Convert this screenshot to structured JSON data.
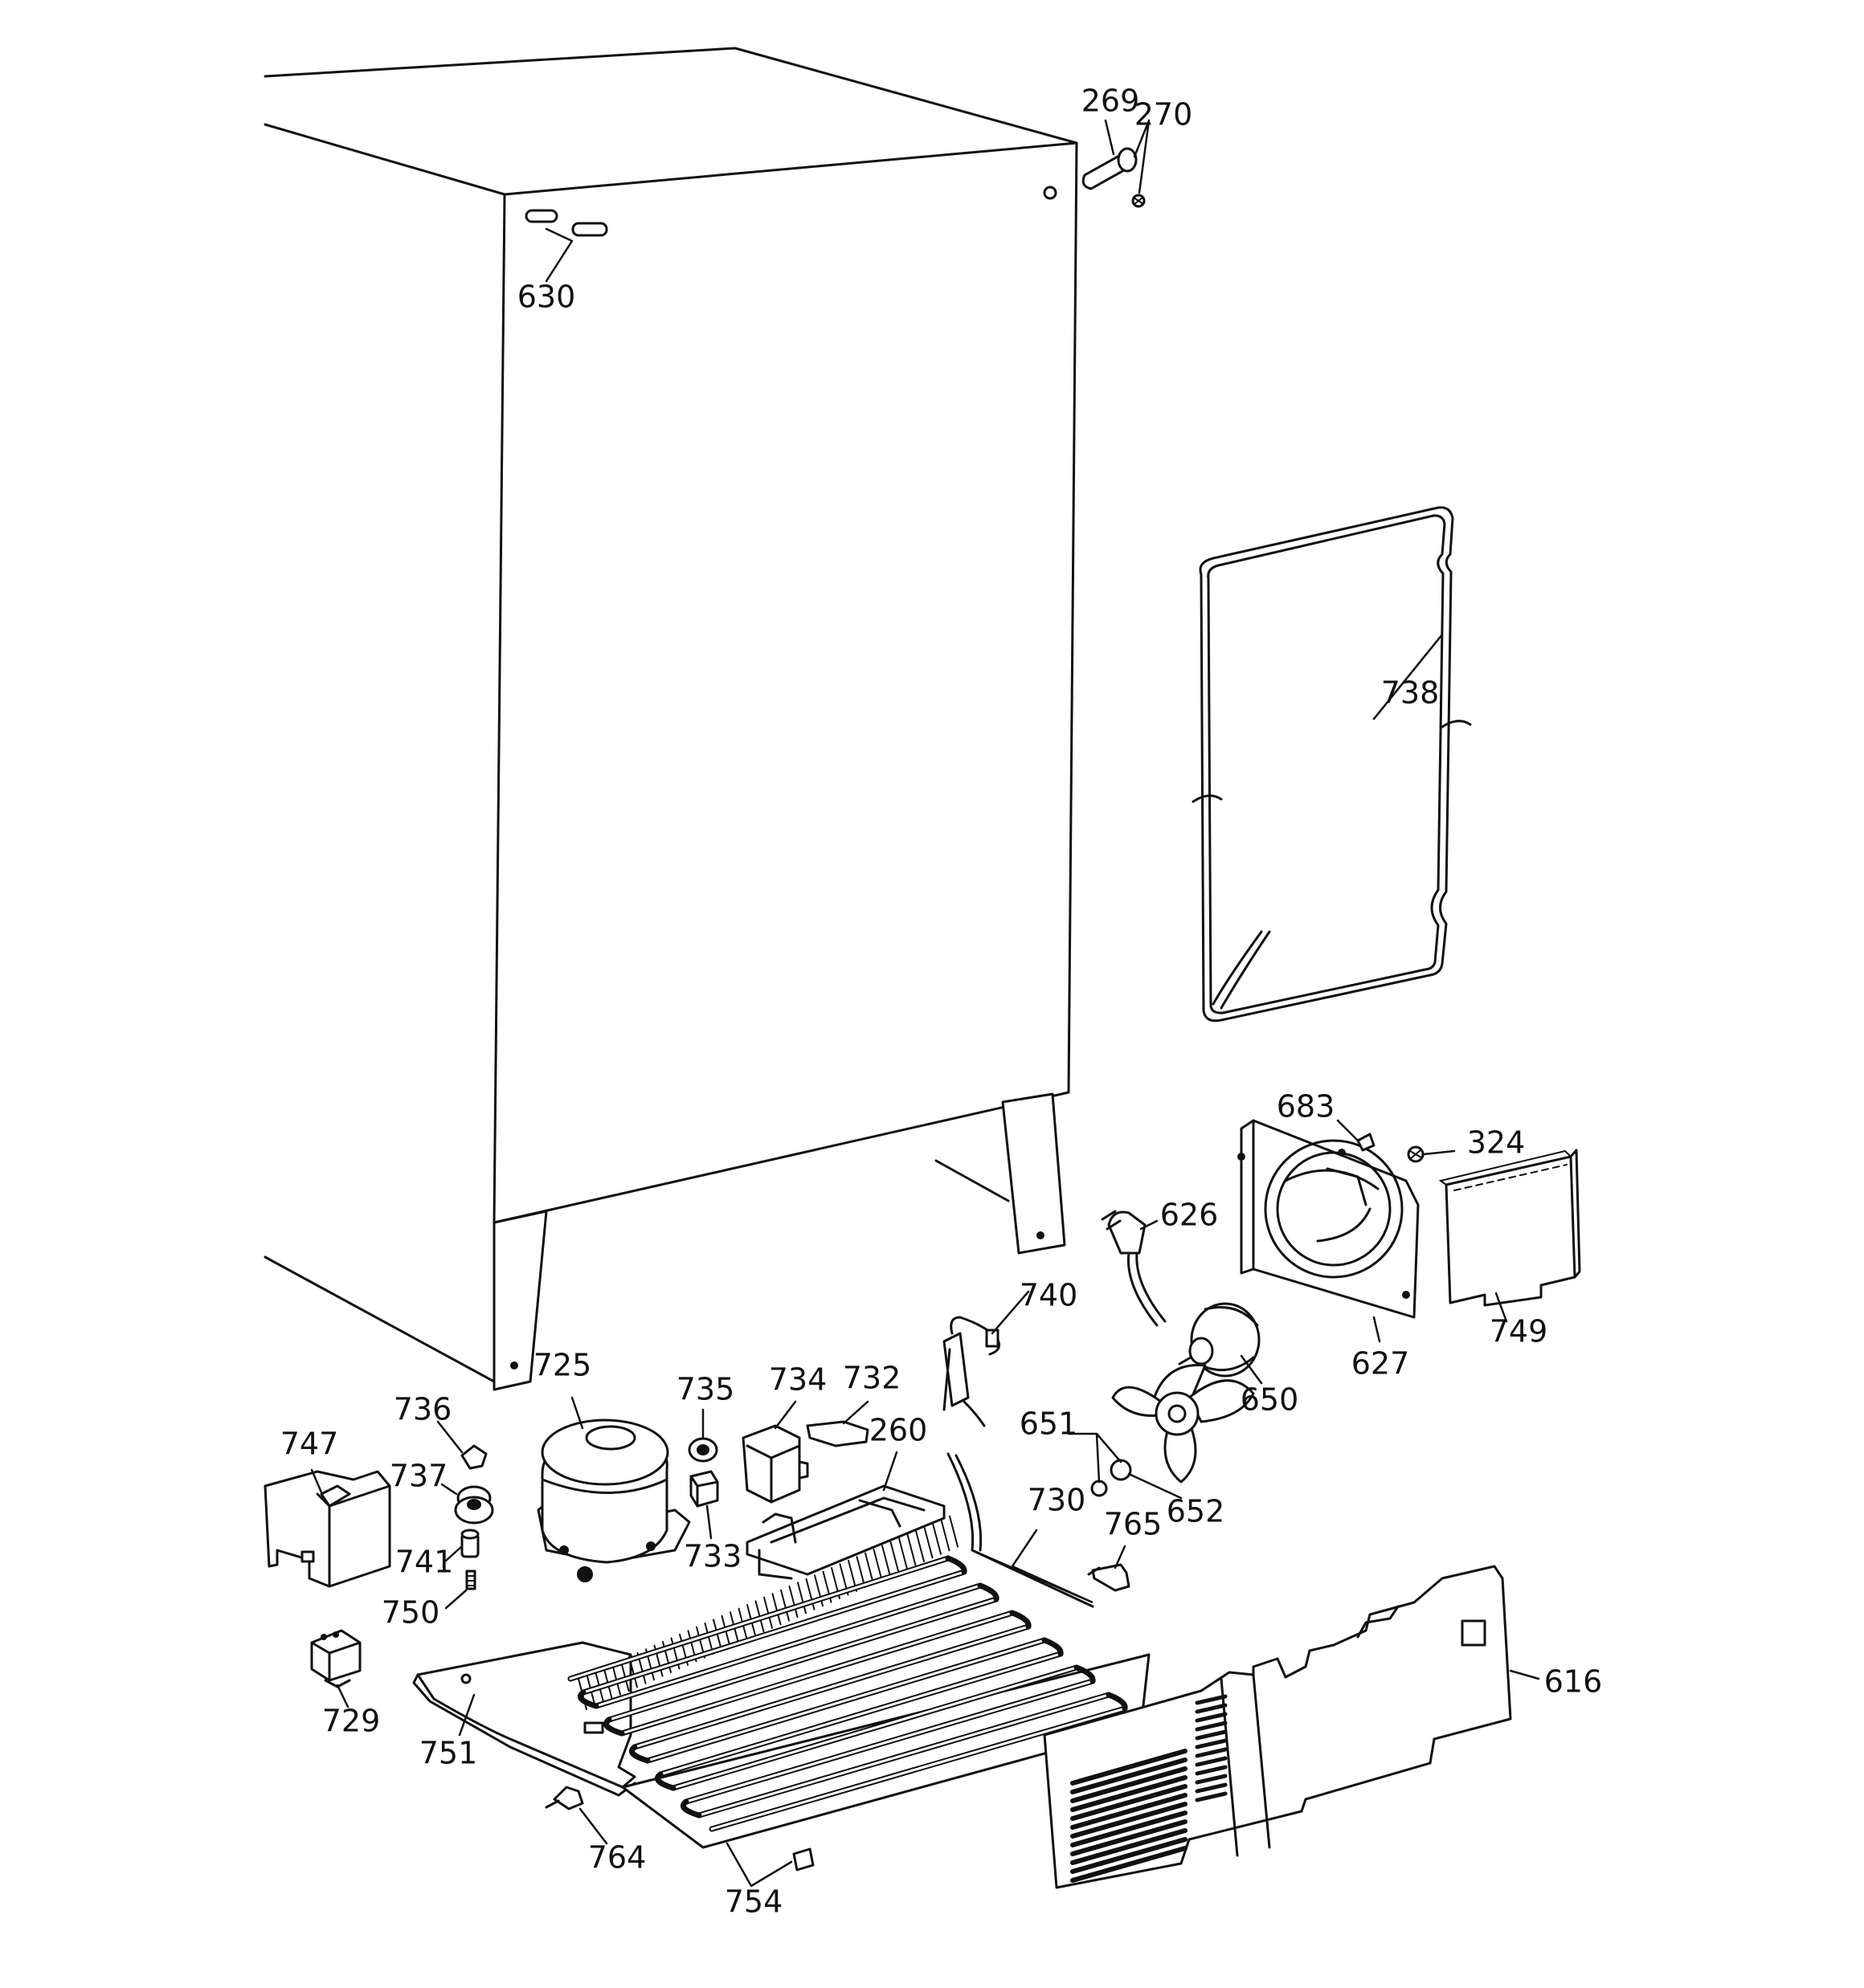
{
  "callouts": [
    {
      "id": "c269",
      "text": "269"
    },
    {
      "id": "c270",
      "text": "270"
    },
    {
      "id": "c630",
      "text": "630"
    },
    {
      "id": "c738",
      "text": "738"
    },
    {
      "id": "c683",
      "text": "683"
    },
    {
      "id": "c324",
      "text": "324"
    },
    {
      "id": "c626",
      "text": "626"
    },
    {
      "id": "c740",
      "text": "740"
    },
    {
      "id": "c749",
      "text": "749"
    },
    {
      "id": "c627",
      "text": "627"
    },
    {
      "id": "c650",
      "text": "650"
    },
    {
      "id": "c725",
      "text": "725"
    },
    {
      "id": "c735",
      "text": "735"
    },
    {
      "id": "c734",
      "text": "734"
    },
    {
      "id": "c732",
      "text": "732"
    },
    {
      "id": "c736",
      "text": "736"
    },
    {
      "id": "c747",
      "text": "747"
    },
    {
      "id": "c260",
      "text": "260"
    },
    {
      "id": "c651",
      "text": "651"
    },
    {
      "id": "c737",
      "text": "737"
    },
    {
      "id": "c652",
      "text": "652"
    },
    {
      "id": "c730",
      "text": "730"
    },
    {
      "id": "c765",
      "text": "765"
    },
    {
      "id": "c741",
      "text": "741"
    },
    {
      "id": "c733",
      "text": "733"
    },
    {
      "id": "c750",
      "text": "750"
    },
    {
      "id": "c729",
      "text": "729"
    },
    {
      "id": "c616",
      "text": "616"
    },
    {
      "id": "c751",
      "text": "751"
    },
    {
      "id": "c764",
      "text": "764"
    },
    {
      "id": "c754",
      "text": "754"
    }
  ]
}
